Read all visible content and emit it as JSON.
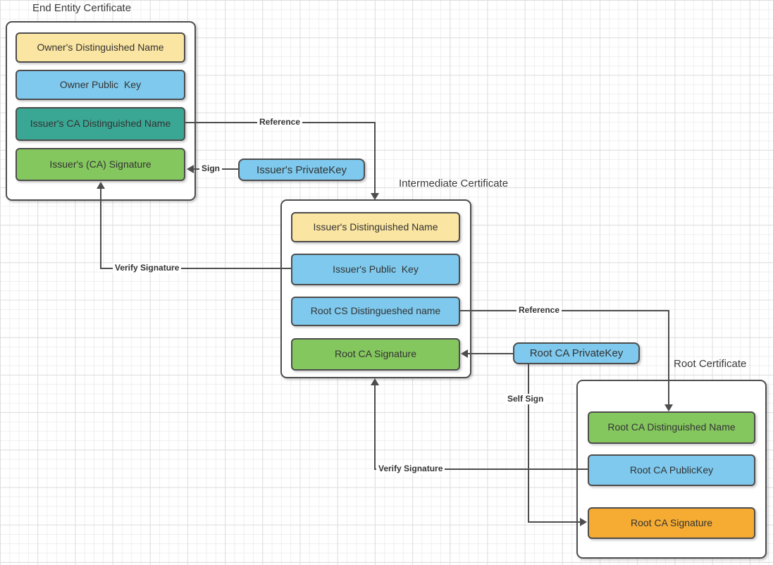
{
  "end_entity": {
    "title": "End Entity Certificate",
    "fields": {
      "owner_dn": "Owner's Distinguished Name",
      "owner_public_key": "Owner Public  Key",
      "issuer_ca_dn": "Issuer's CA Distinguished Name",
      "issuer_ca_signature": "Issuer's (CA) Signature"
    }
  },
  "intermediate": {
    "title": "Intermediate Certificate",
    "fields": {
      "issuer_dn": "Issuer's Distinguished Name",
      "issuer_public_key": "Issuer's Public  Key",
      "root_dn_ref": "Root CS Distingueshed name",
      "root_ca_signature": "Root CA Signature"
    }
  },
  "root": {
    "title": "Root Certificate",
    "fields": {
      "root_ca_dn": "Root CA Distinguished Name",
      "root_ca_public_key": "Root CA PublicKey",
      "root_ca_signature": "Root CA Signature"
    }
  },
  "keys": {
    "issuer_private_key": "Issuer's PrivateKey",
    "root_ca_private_key": "Root CA PrivateKey"
  },
  "arrows": {
    "reference_top": "Reference",
    "sign": "Sign",
    "verify_signature_top": "Verify Signature",
    "reference_bottom": "Reference",
    "self_sign": "Self Sign",
    "verify_signature_bottom": "Verify Signature"
  },
  "colors": {
    "yellow": "#FBE5A2",
    "blue": "#7EC9ED",
    "teal": "#3AA794",
    "green": "#85C75F",
    "orange": "#F6AC32",
    "line": "#4D4D4D"
  }
}
